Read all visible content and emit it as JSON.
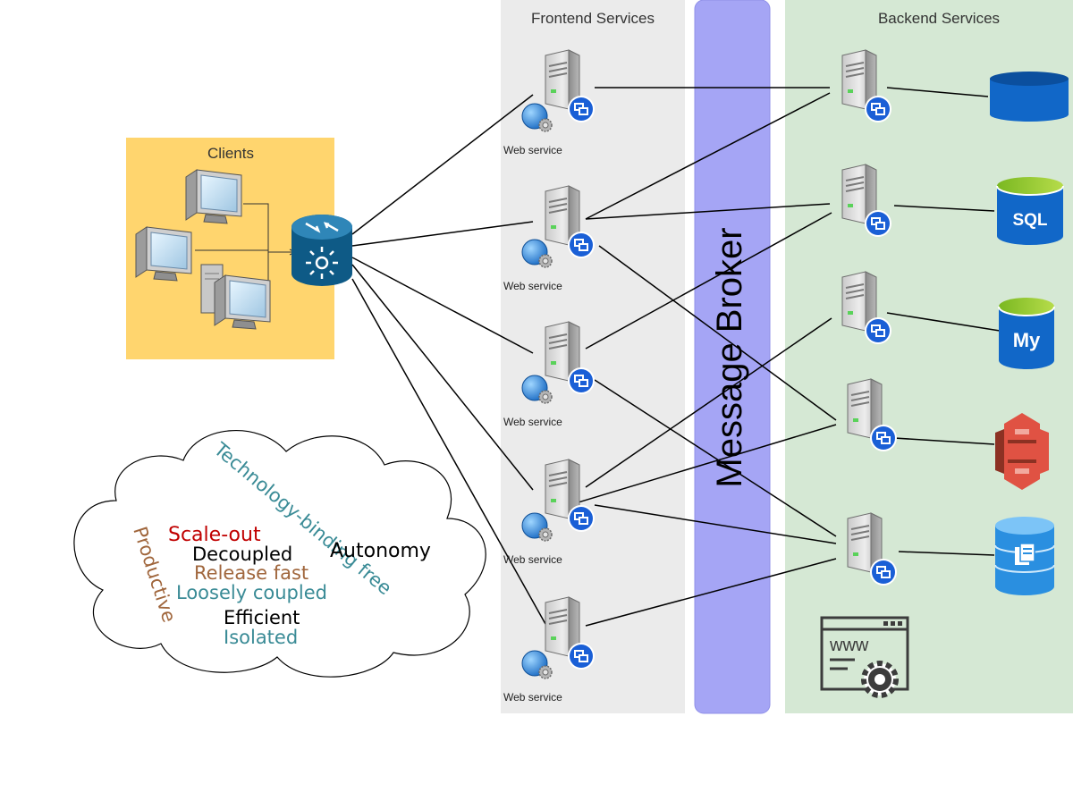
{
  "panels": {
    "clients_title": "Clients",
    "frontend_title": "Frontend Services",
    "backend_title": "Backend Services",
    "broker_label": "Message Broker"
  },
  "frontend": {
    "caption": "Web service",
    "count": 5
  },
  "backend": {
    "server_count": 5,
    "stores": [
      {
        "name": "database-icon",
        "label": ""
      },
      {
        "name": "sql-database-icon",
        "label": "SQL"
      },
      {
        "name": "mysql-database-icon",
        "label": "My"
      },
      {
        "name": "s3-storage-icon",
        "label": ""
      },
      {
        "name": "document-db-icon",
        "label": ""
      }
    ],
    "web_config_label": "www"
  },
  "cloud_words": [
    {
      "text": "Technology-binding free",
      "color": "#3a8b96"
    },
    {
      "text": "Scale-out",
      "color": "#c00000"
    },
    {
      "text": "Decoupled",
      "color": "#000000"
    },
    {
      "text": "Autonomy",
      "color": "#000000"
    },
    {
      "text": "Productive",
      "color": "#a0663c"
    },
    {
      "text": "Release fast",
      "color": "#a0663c"
    },
    {
      "text": "Loosely coupled",
      "color": "#3a8b96"
    },
    {
      "text": "Efficient",
      "color": "#000000"
    },
    {
      "text": "Isolated",
      "color": "#3a8b96"
    }
  ],
  "colors": {
    "clients_bg": "#ffd56e",
    "frontend_bg": "#ebebeb",
    "backend_bg": "#d5e8d4",
    "broker_bg": "#a5a5f5",
    "broker_border": "#9090e8",
    "router": "#0e5a86",
    "badge": "#1a5fd6",
    "db_blue": "#1167c8"
  }
}
